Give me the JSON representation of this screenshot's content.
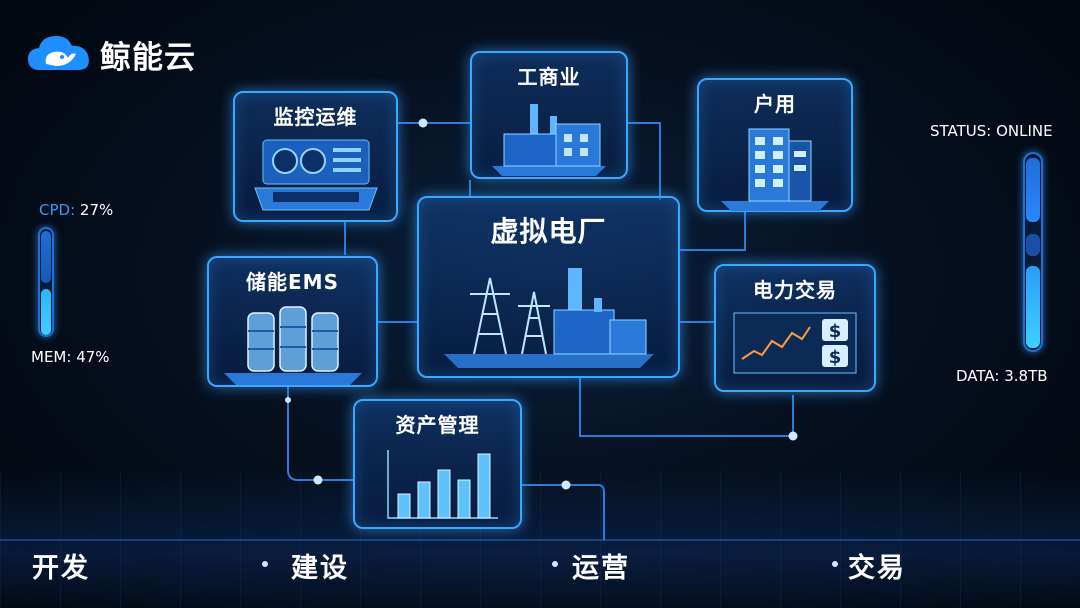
{
  "brand": {
    "name": "鲸能云",
    "logo_icon": "whale-cloud-icon"
  },
  "cards": {
    "center": {
      "title": "虚拟电厂",
      "icon": "power-plant-icon"
    },
    "monitoring": {
      "title": "监控运维",
      "icon": "control-console-icon"
    },
    "industrial": {
      "title": "工商业",
      "icon": "factory-icon"
    },
    "household": {
      "title": "户用",
      "icon": "building-icon"
    },
    "storage": {
      "title": "储能EMS",
      "icon": "battery-stack-icon"
    },
    "trading": {
      "title": "电力交易",
      "icon": "trading-chart-icon"
    },
    "assets": {
      "title": "资产管理",
      "icon": "bar-chart-icon"
    }
  },
  "left_panel": {
    "cpu_label": "CPD:",
    "cpu_value": "27%",
    "mem_label": "MEM:",
    "mem_value": "47%"
  },
  "right_panel": {
    "status_label": "STATUS:",
    "status_value": "ONLINE",
    "data_label": "DATA:",
    "data_value": "3.8TB"
  },
  "stages": [
    "开发",
    "建设",
    "运营",
    "交易"
  ],
  "colors": {
    "accent": "#3aa8ff",
    "background": "#050d1a",
    "glow": "#2d8cff"
  }
}
